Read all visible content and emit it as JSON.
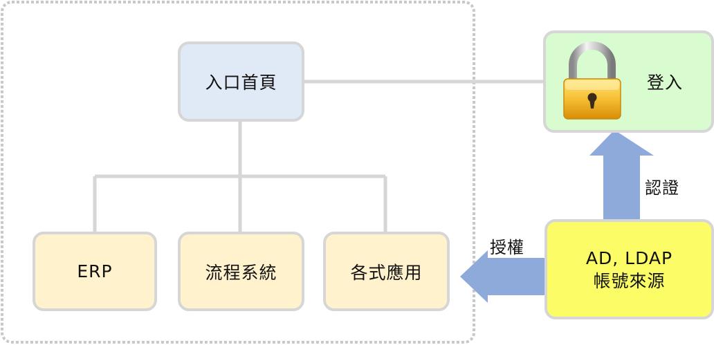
{
  "nodes": {
    "portal": "入口首頁",
    "erp": "ERP",
    "workflow": "流程系統",
    "apps": "各式應用",
    "login": "登入",
    "source_line1": "AD, LDAP",
    "source_line2": "帳號來源"
  },
  "edges": {
    "authenticate": "認證",
    "authorize": "授權"
  },
  "icons": {
    "lock": "padlock-icon"
  },
  "colors": {
    "portal_fill": "#dfeaf6",
    "app_fill": "#fff2cd",
    "login_fill": "#d9fbd0",
    "source_fill": "#fcfd66",
    "arrow": "#8eaadb",
    "connector": "#d6d6d6",
    "group_border": "#c8c8c8"
  }
}
